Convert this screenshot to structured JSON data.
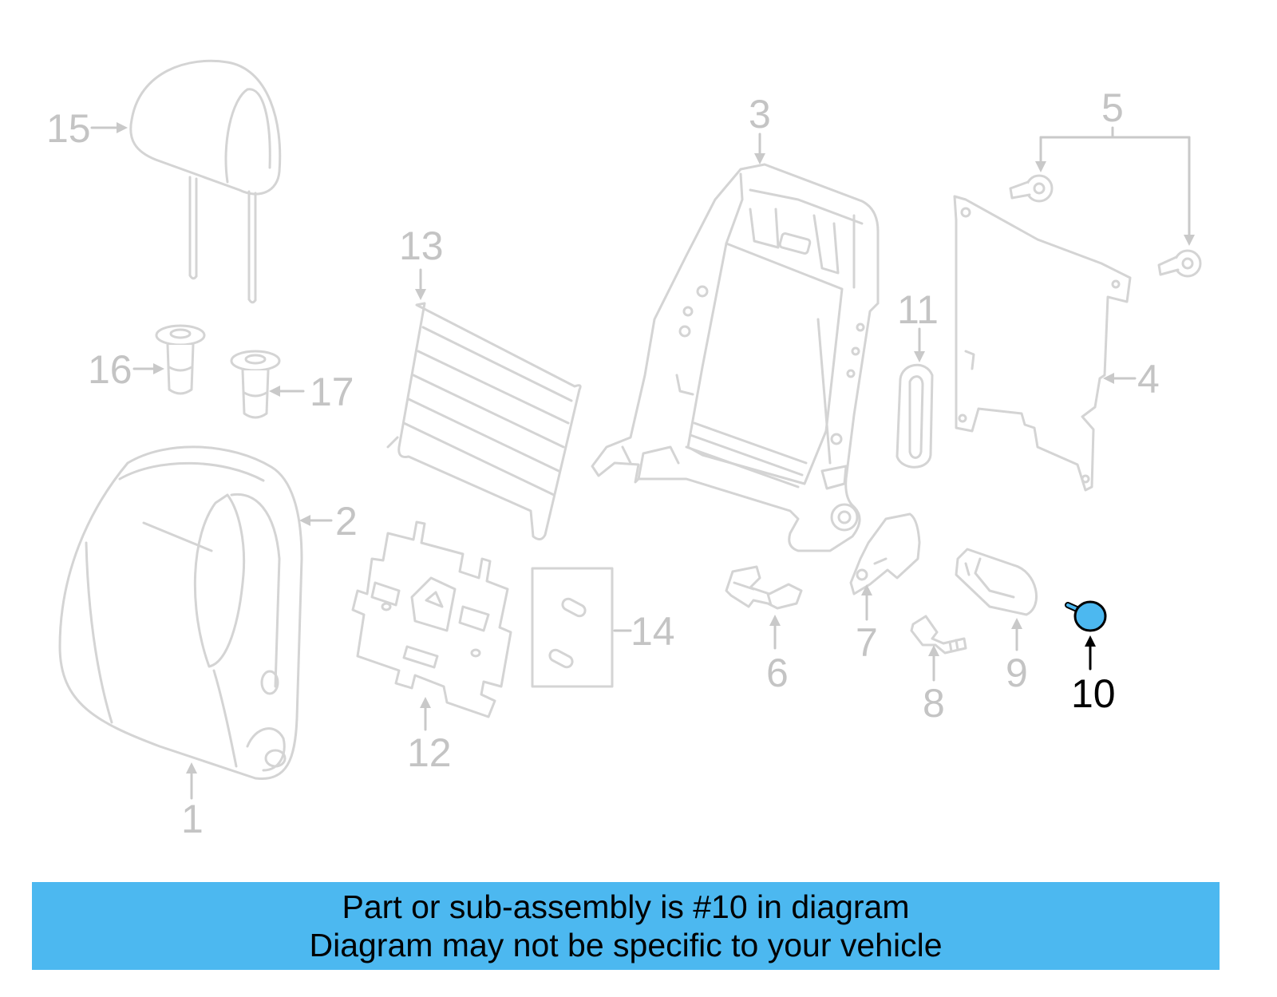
{
  "diagram": {
    "highlight_color": "#4cb8f0",
    "line_color": "#d4d4d4",
    "callouts": {
      "c1": "1",
      "c2": "2",
      "c3": "3",
      "c4": "4",
      "c5": "5",
      "c6": "6",
      "c7": "7",
      "c8": "8",
      "c9": "9",
      "c10": "10",
      "c11": "11",
      "c12": "12",
      "c13": "13",
      "c14": "14",
      "c15": "15",
      "c16": "16",
      "c17": "17"
    },
    "highlighted_part": "10"
  },
  "footer": {
    "line1": "Part or sub-assembly is #10 in diagram",
    "line2": "Diagram may not be specific to your vehicle",
    "background": "#4cb8f0"
  }
}
